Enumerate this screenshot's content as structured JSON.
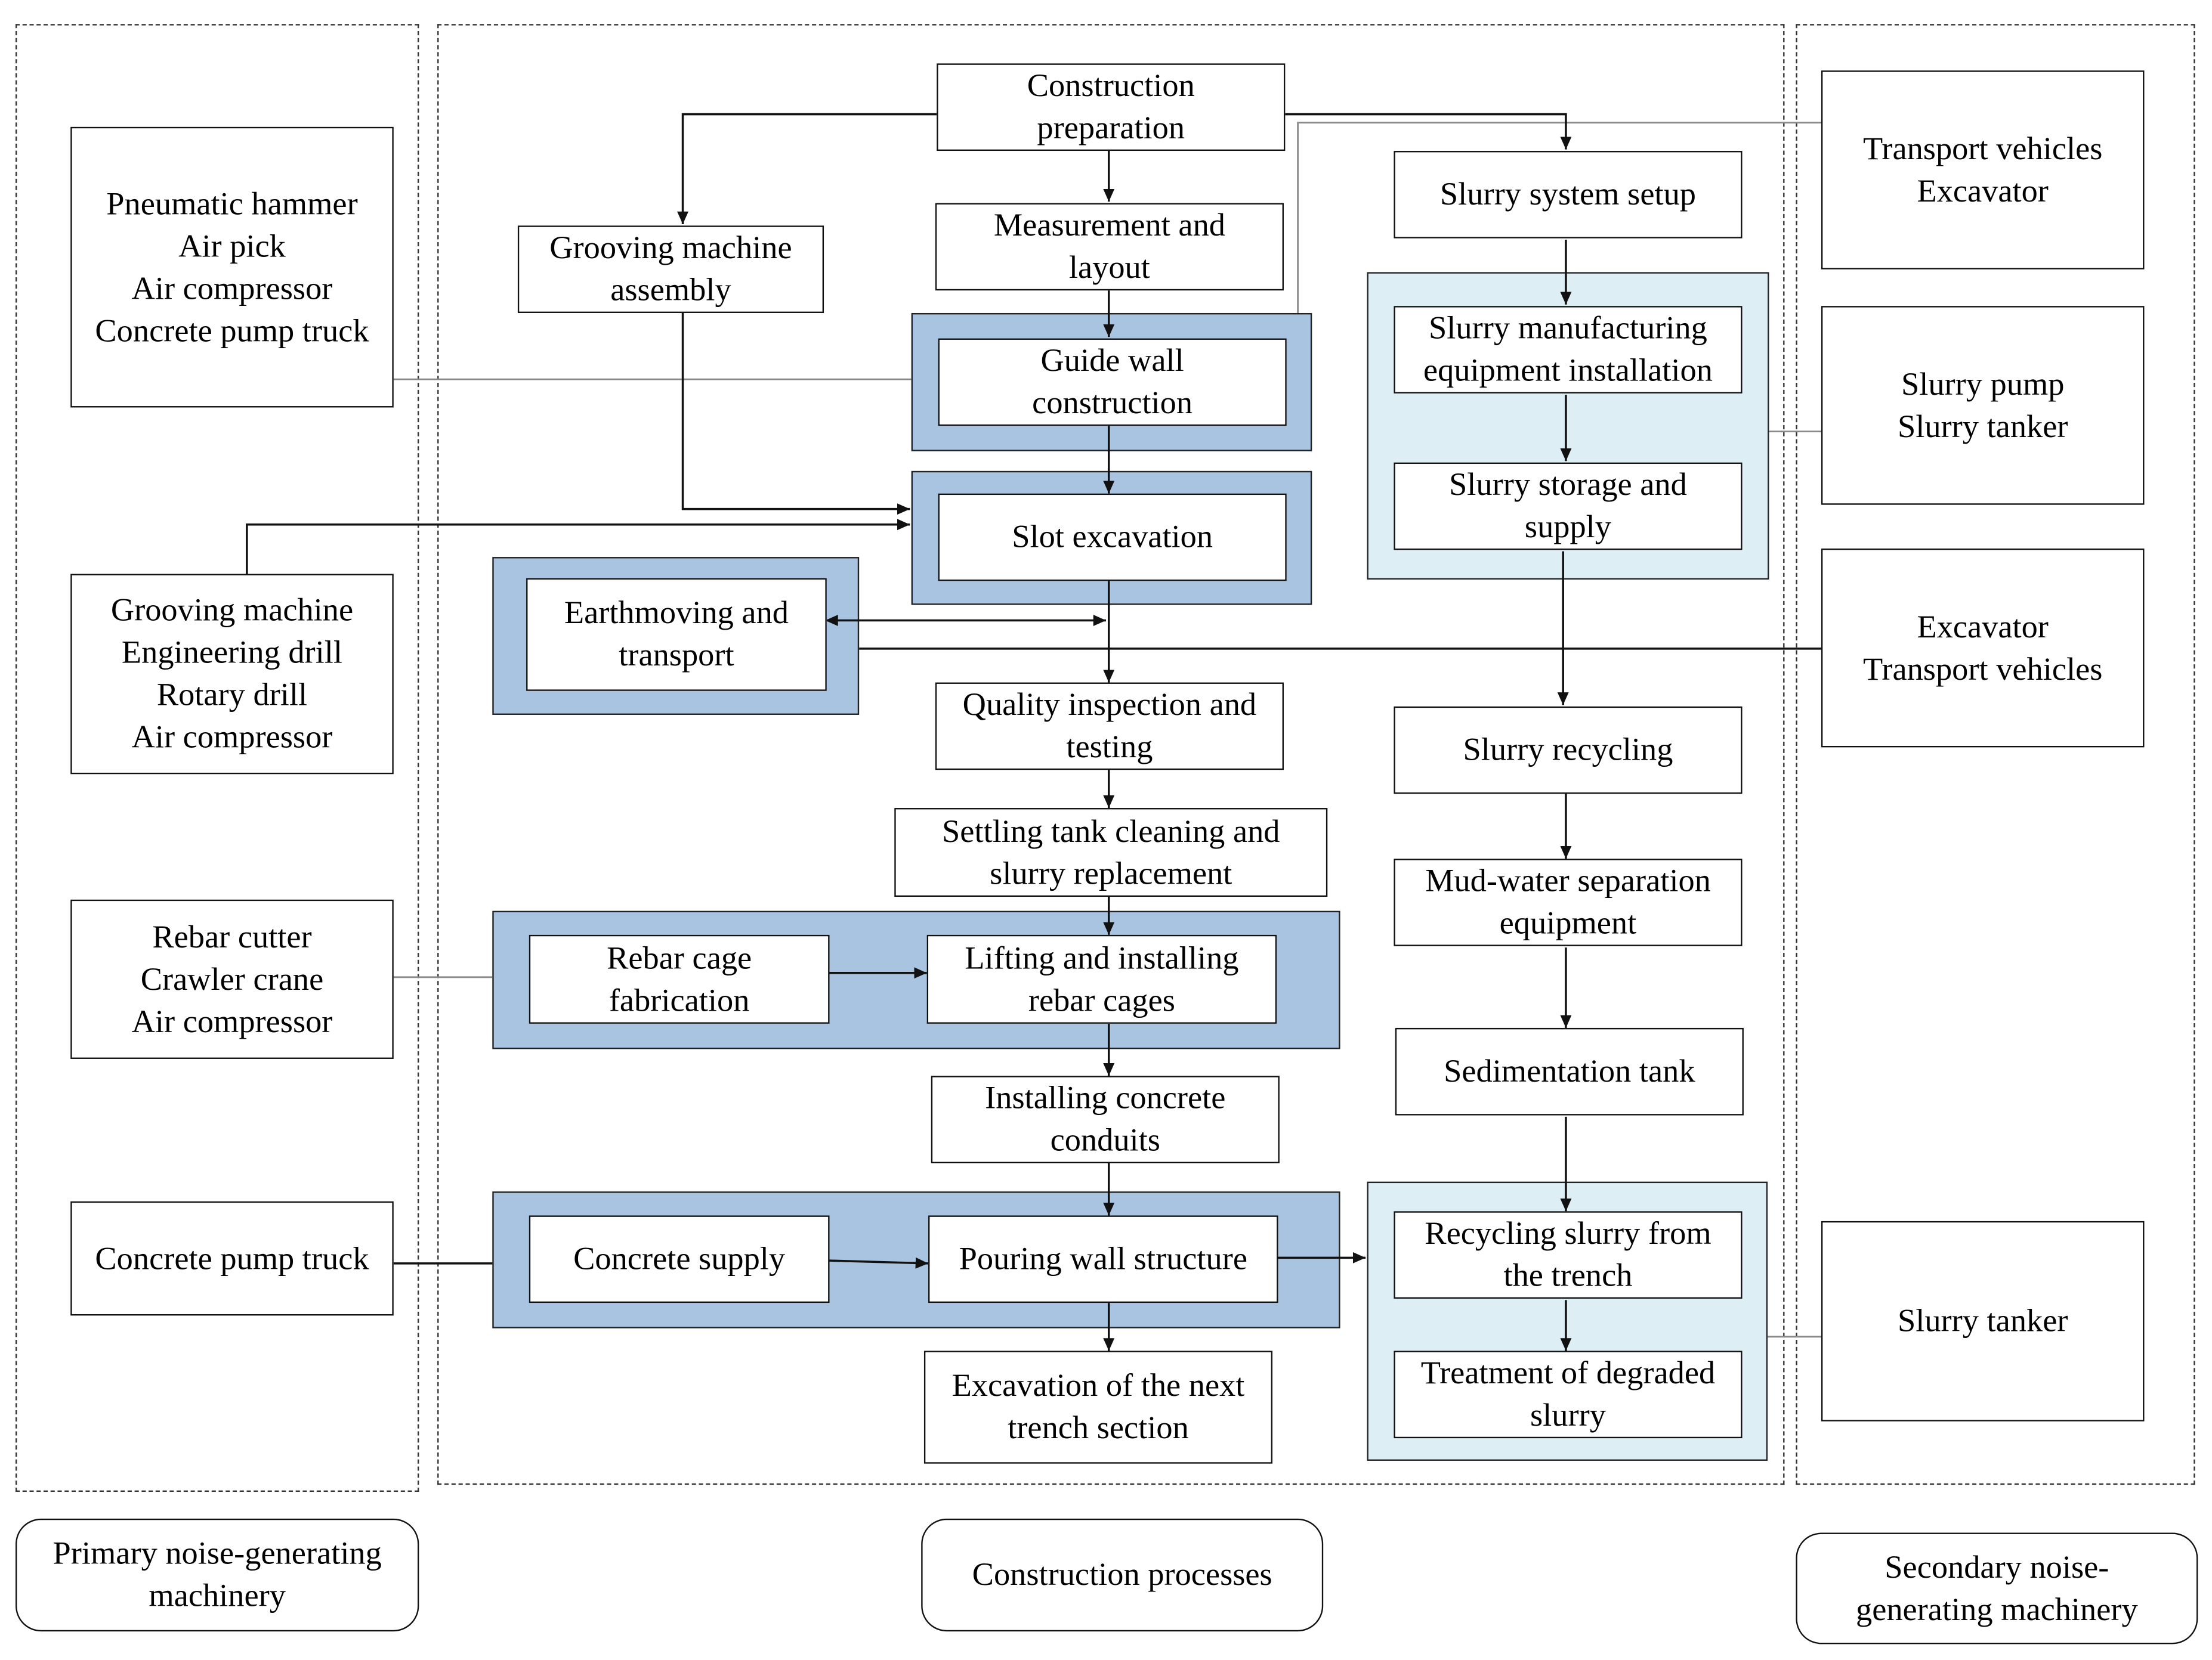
{
  "columns": {
    "primary": "Primary noise-generating\nmachinery",
    "process": "Construction processes",
    "secondary": "Secondary noise-\ngenerating machinery"
  },
  "primary_machinery": {
    "guide_wall_tools": "Pneumatic hammer\nAir pick\nAir compressor\nConcrete pump truck",
    "excavation_tools": "Grooving machine\nEngineering drill\nRotary drill\nAir compressor",
    "rebar_tools": "Rebar cutter\nCrawler crane\nAir compressor",
    "concrete_tools": "Concrete pump truck"
  },
  "processes": {
    "construction_preparation": "Construction\npreparation",
    "grooving_machine_assembly": "Grooving machine\nassembly",
    "measurement_layout": "Measurement and\nlayout",
    "guide_wall_construction": "Guide wall\nconstruction",
    "slot_excavation": "Slot excavation",
    "earthmoving_transport": "Earthmoving and\ntransport",
    "quality_inspection": "Quality inspection and\ntesting",
    "settling_tank_cleaning": "Settling tank cleaning and\nslurry replacement",
    "rebar_cage_fabrication": "Rebar cage\nfabrication",
    "lifting_rebar_cages": "Lifting and installing\nrebar cages",
    "installing_conduits": "Installing concrete\nconduits",
    "concrete_supply": "Concrete supply",
    "pouring_wall": "Pouring wall structure",
    "next_trench": "Excavation of the next\ntrench section"
  },
  "slurry": {
    "system_setup": "Slurry system setup",
    "manufacturing_install": "Slurry manufacturing\nequipment installation",
    "storage_supply": "Slurry storage and\nsupply",
    "recycling": "Slurry recycling",
    "mud_water_separation": "Mud-water separation\nequipment",
    "sedimentation_tank": "Sedimentation tank",
    "recycling_from_trench": "Recycling slurry from\nthe trench",
    "degraded_treatment": "Treatment of degraded\nslurry"
  },
  "secondary_machinery": {
    "transport_excavator": "Transport vehicles\nExcavator",
    "slurry_pump_tanker": "Slurry pump\nSlurry tanker",
    "excavator_transport": "Excavator\nTransport vehicles",
    "slurry_tanker": "Slurry tanker"
  },
  "colors": {
    "group_dark": "#a9c4e1",
    "group_light": "#ddeef5",
    "line": "#111111",
    "connector": "#8a8a8a"
  }
}
